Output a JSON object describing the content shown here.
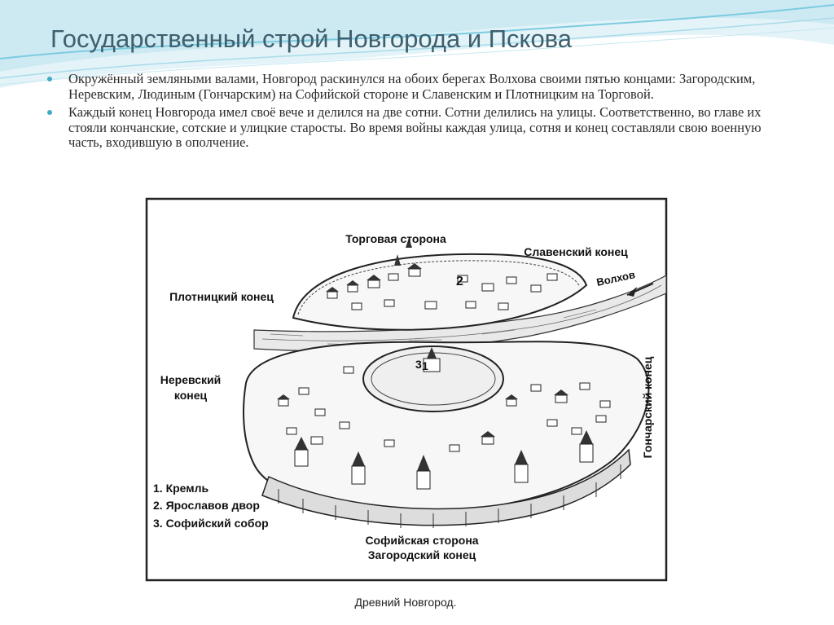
{
  "slide": {
    "title": "Государственный строй Новгорода и Пскова",
    "accent_color": "#41a8c7",
    "bullets": [
      "Окружённый земляными валами, Новгород раскинулся на обоих берегах Волхова своими пятью концами: Загородским, Неревским, Людиным (Гончарским) на Софийской стороне и Славенским и Плотницким на Торговой.",
      "Каждый конец Новгорода имел своё вече и делился на две сотни. Сотни делились на улицы. Соответственно, во главе их стояли кончанские, сотские и улицкие старосты. Во время войны каждая улица, сотня и конец составляли свою военную часть, входившую в ополчение."
    ]
  },
  "map": {
    "labels": {
      "torgovaya": "Торговая сторона",
      "slavensky": "Славенский конец",
      "volkhov": "Волхов",
      "plotnitsky": "Плотницкий конец",
      "nerevsky_1": "Неревский",
      "nerevsky_2": "конец",
      "goncharsky": "Гончарский конец",
      "sofiyskaya": "Софийская сторона",
      "zagorodsky": "Загородский конец",
      "num_2": "2",
      "num_3": "3",
      "num_1": "1"
    },
    "legend": [
      "1. Кремль",
      "2. Ярославов двор",
      "3. Софийский собор"
    ],
    "caption": "Древний Новгород."
  }
}
